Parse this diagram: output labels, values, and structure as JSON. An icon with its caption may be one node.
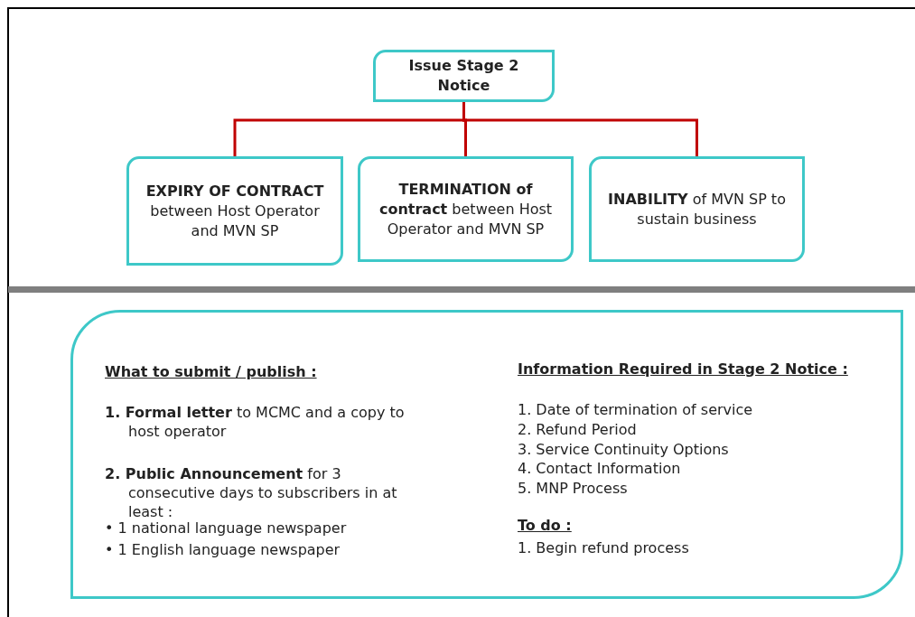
{
  "diagram": {
    "nodes": [
      {
        "text": [
          "Issue Stage 2 Notice"
        ]
      },
      {
        "text": [
          "**EXPIRY OF CONTRACT** between Host Operator and MVN SP"
        ]
      },
      {
        "text": [
          "**TERMINATION of contract** between Host Operator and MVN SP"
        ]
      },
      {
        "text": [
          "**INABILITY** of MVN SP to sustain business"
        ]
      },
      {
        "text": [
          "What to submit / publish :",
          "**1. Formal letter** to MCMC and a copy to host operator",
          "**2. Public Announcement** for 3 consecutive days to subscribers in at least :",
          "• 1 national language newspaper",
          "• 1 English language newspaper",
          "Information Required in Stage 2 Notice :",
          "1. Date of termination of service",
          "2. Refund Period",
          "3. Service Continuity Options",
          "4. Contact Information",
          "5. MNP Process",
          "To do :",
          "1. Begin refund process"
        ]
      }
    ],
    "edges": [
      {
        "from": 0,
        "to": 1,
        "arrow": "none"
      },
      {
        "from": 0,
        "to": 2,
        "arrow": "none"
      },
      {
        "from": 0,
        "to": 3,
        "arrow": "none"
      }
    ]
  }
}
